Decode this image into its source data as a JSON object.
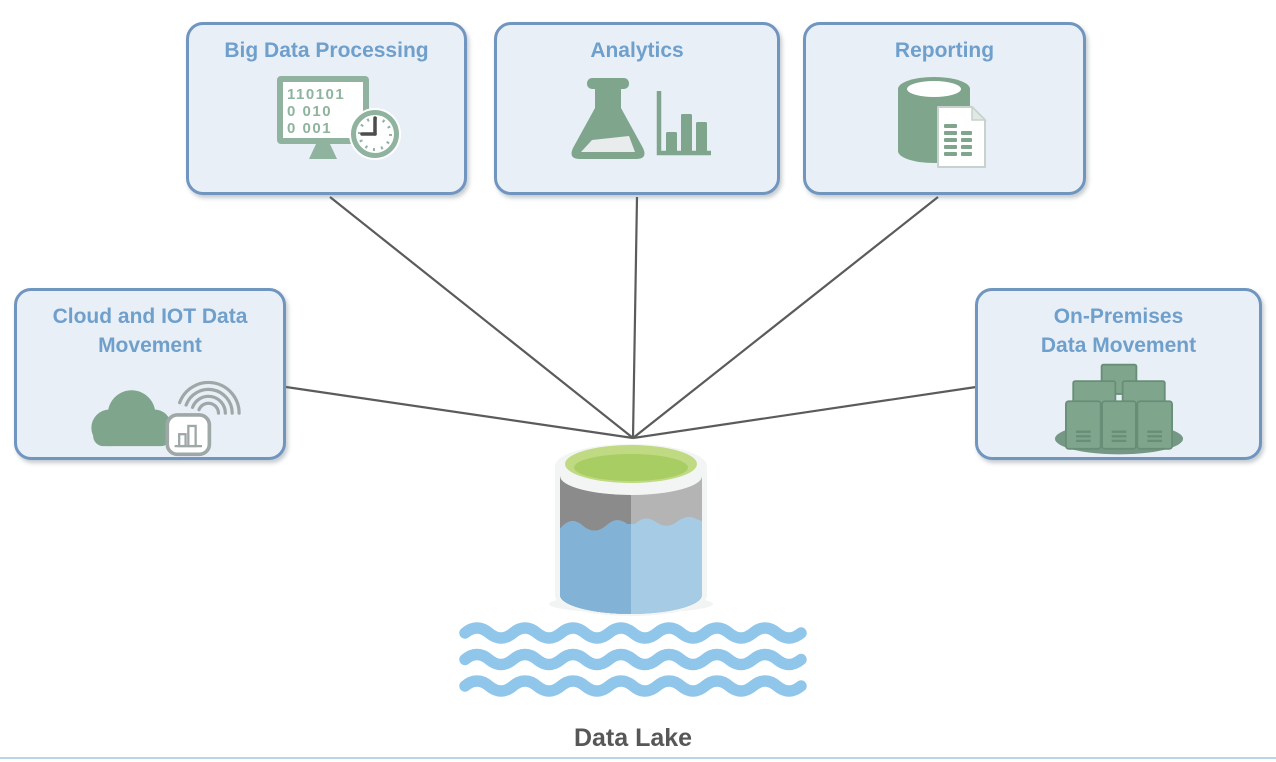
{
  "title": "Data Lake",
  "colors": {
    "box_border": "#7095bf",
    "box_fill": "#e8eff7",
    "title_text": "#6f9fcb",
    "connector": "#5b5b5b",
    "icon_green": "#7fa58d",
    "icon_green_light": "#8fb39e",
    "icon_green_dark": "#688e77",
    "icon_line_dark": "#4d4d4d",
    "icon_gray": "#9ea8a7",
    "lake_top_outer": "#c0da84",
    "lake_top_inner": "#a7cd63",
    "lake_rim": "#f3f5f4",
    "lake_gray_left": "#8b8b8b",
    "lake_gray_right": "#b4b4b4",
    "lake_blue_left": "#82b3d6",
    "lake_blue_right": "#a6cbe5",
    "wave_blue": "#8fc6ea",
    "caption_text": "#575757",
    "bottom_rule": "#b8d4ea"
  },
  "nodes": [
    {
      "id": "big-data-processing",
      "label": "Big Data Processing",
      "lines": [
        "Big Data Processing"
      ]
    },
    {
      "id": "analytics",
      "label": "Analytics",
      "lines": [
        "Analytics"
      ]
    },
    {
      "id": "reporting",
      "label": "Reporting",
      "lines": [
        "Reporting"
      ]
    },
    {
      "id": "cloud-iot-data-movement",
      "label": "Cloud and IOT Data Movement",
      "lines": [
        "Cloud and IOT Data",
        "Movement"
      ]
    },
    {
      "id": "on-premises-data-movement",
      "label": "On-Premises Data Movement",
      "lines": [
        "On-Premises",
        "Data Movement"
      ]
    }
  ],
  "center": {
    "caption": "Data Lake"
  },
  "icons": {
    "monitor_binary_rows": [
      "110101",
      "0 010",
      "0 001"
    ]
  }
}
